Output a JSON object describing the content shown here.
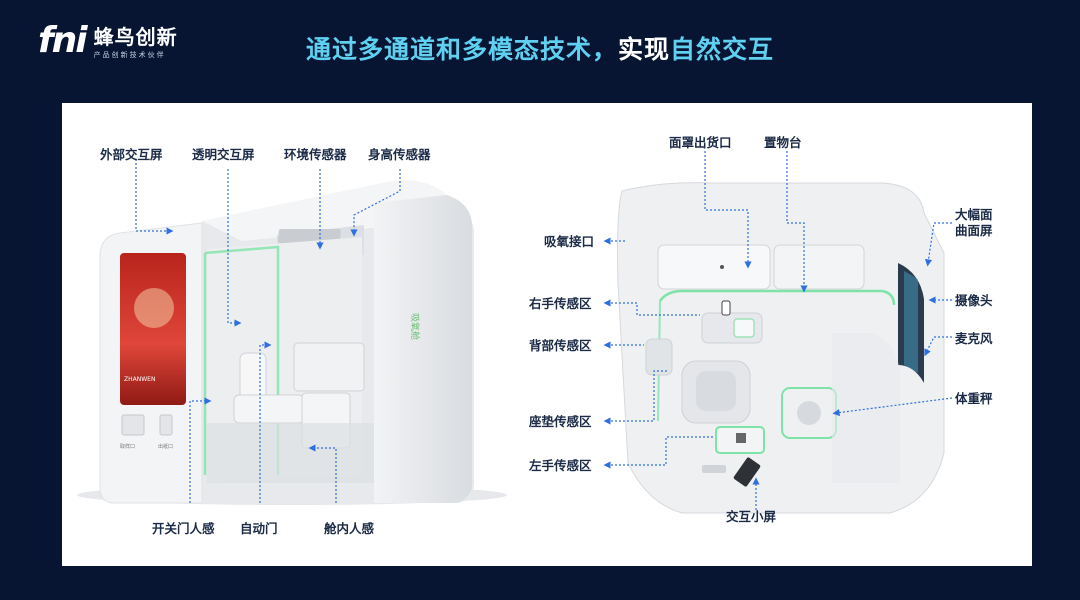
{
  "header": {
    "logo_mark": "fni",
    "logo_cn": "蜂鸟创新",
    "logo_sub": "产品创新技术伙伴",
    "title_a": "通过多通道和多模态技术，",
    "title_b": "实现",
    "title_c": "自然交互"
  },
  "left_labels": {
    "outer_screen": "外部交互屏",
    "transparent_screen": "透明交互屏",
    "env_sensor": "环境传感器",
    "height_sensor": "身高传感器",
    "door_sensor": "开关门人感",
    "auto_door": "自动门",
    "cabin_sensor": "舱内人感"
  },
  "right_labels": {
    "mask_outlet": "面罩出货口",
    "shelf": "置物台",
    "oxygen_port": "吸氧接口",
    "big_screen_line1": "大幅面",
    "big_screen_line2": "曲面屏",
    "right_hand": "右手传感区",
    "camera": "摄像头",
    "back_sensor": "背部传感区",
    "microphone": "麦克风",
    "scale": "体重秤",
    "seat_sensor": "座垫传感区",
    "left_hand": "左手传感区",
    "small_screen": "交互小屏"
  },
  "booth": {
    "sign_text": "ZHANWEN",
    "btn1": "取样口",
    "btn2": "出纸口",
    "side_logo": "吸氧舱"
  },
  "colors": {
    "background": "#071532",
    "accent": "#5fd0f0",
    "leader": "#2f6fe0",
    "glow": "#7fe3a8"
  }
}
